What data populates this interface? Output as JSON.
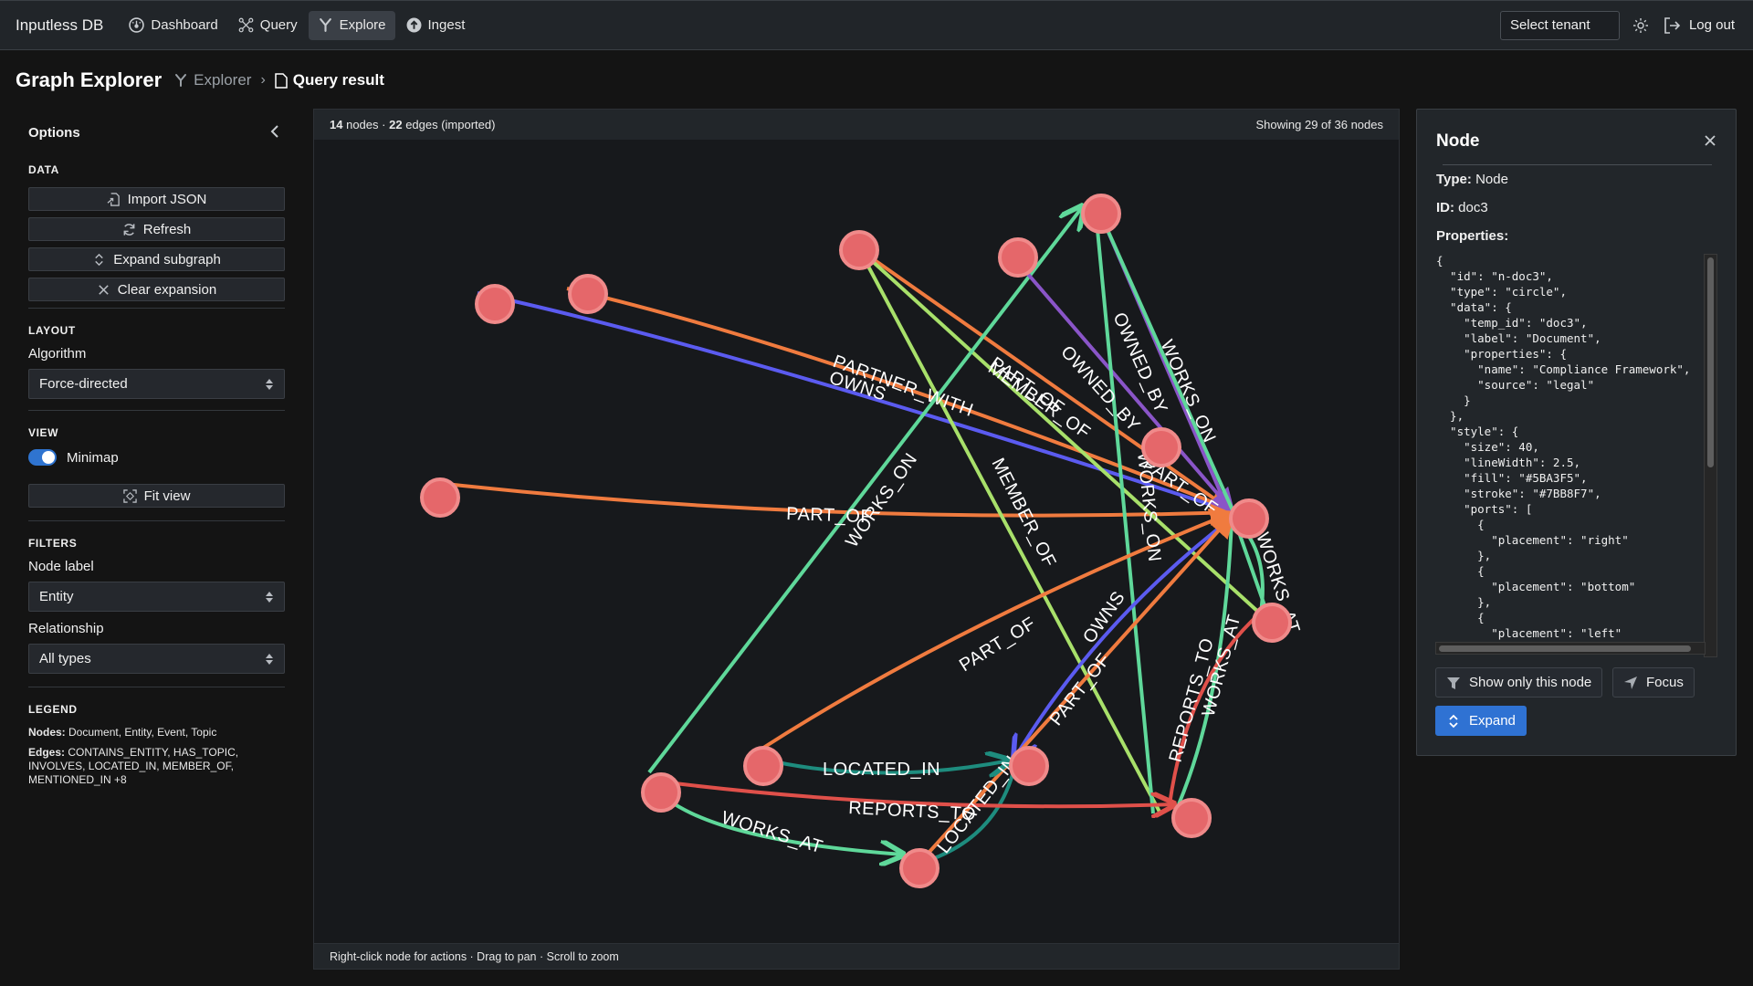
{
  "app": {
    "brand": "Inputless DB",
    "nav": [
      {
        "label": "Dashboard",
        "icon": "gauge-icon",
        "active": false
      },
      {
        "label": "Query",
        "icon": "graph-nodes-icon",
        "active": false
      },
      {
        "label": "Explore",
        "icon": "branch-icon",
        "active": true
      },
      {
        "label": "Ingest",
        "icon": "upload-circle-icon",
        "active": false
      }
    ],
    "tenant_select": "Select tenant",
    "logout_label": "Log out"
  },
  "page": {
    "title": "Graph Explorer",
    "breadcrumb": [
      {
        "label": "Explorer",
        "icon": "branch-icon"
      },
      {
        "label": "Query result",
        "icon": "file-icon"
      }
    ]
  },
  "sidebar": {
    "title": "Options",
    "data_section": "DATA",
    "buttons": {
      "import_json": "Import JSON",
      "refresh": "Refresh",
      "expand_subgraph": "Expand subgraph",
      "clear_expansion": "Clear expansion"
    },
    "layout_section": "LAYOUT",
    "algorithm_label": "Algorithm",
    "algorithm_value": "Force-directed",
    "view_section": "VIEW",
    "minimap_label": "Minimap",
    "minimap_on": true,
    "fit_view": "Fit view",
    "filters_section": "FILTERS",
    "node_label_label": "Node label",
    "node_label_value": "Entity",
    "relationship_label": "Relationship",
    "relationship_value": "All types",
    "legend_section": "LEGEND",
    "legend_nodes_key": "Nodes:",
    "legend_nodes": "Document, Entity, Event, Topic",
    "legend_edges_key": "Edges:",
    "legend_edges": "CONTAINS_ENTITY, HAS_TOPIC, INVOLVES, LOCATED_IN, MEMBER_OF, MENTIONED_IN +8"
  },
  "graph": {
    "node_count": "14",
    "nodes_word": "nodes ·",
    "edge_count": "22",
    "edges_word": "edges (imported)",
    "showing": "Showing 29 of 36 nodes",
    "footer_hint": "Right-click node for actions · Drag to pan · Scroll to zoom",
    "colors": {
      "node_fill": "#E5676A",
      "node_stroke": "#F08A8A",
      "part_of": "#F07B3F",
      "owns": "#5B5BF0",
      "works_on": "#5FD89A",
      "member_of": "#A8E06A",
      "owned_by": "#8A55C8",
      "located_in": "#1E8C7E",
      "reports_to": "#E0504A",
      "works_at": "#5FD89A"
    },
    "edge_labels": [
      "PARTNER_WITH",
      "OWNS",
      "PART_OF",
      "WORKS_ON",
      "MEMBER_OF",
      "PART_OF",
      "OWNED_BY",
      "OWNED_BY",
      "WORKS_ON",
      "WORKS_ON",
      "PART_OF",
      "MEMBER_OF",
      "WORKS_AT",
      "PART_OF",
      "OWNS",
      "PART_OF",
      "REPORTS_TO",
      "WORKS_AT",
      "LOCATED_IN",
      "REPORTS_TO",
      "WORKS_AT",
      "LOCATED_IN"
    ]
  },
  "panel": {
    "title": "Node",
    "type_key": "Type:",
    "type_value": "Node",
    "id_key": "ID:",
    "id_value": "doc3",
    "properties_key": "Properties:",
    "json": "{\n  \"id\": \"n-doc3\",\n  \"type\": \"circle\",\n  \"data\": {\n    \"temp_id\": \"doc3\",\n    \"label\": \"Document\",\n    \"properties\": {\n      \"name\": \"Compliance Framework\",\n      \"source\": \"legal\"\n    }\n  },\n  \"style\": {\n    \"size\": 40,\n    \"lineWidth\": 2.5,\n    \"fill\": \"#5BA3F5\",\n    \"stroke\": \"#7BB8F7\",\n    \"ports\": [\n      {\n        \"placement\": \"right\"\n      },\n      {\n        \"placement\": \"bottom\"\n      },\n      {\n        \"placement\": \"left\"",
    "show_only": "Show only this node",
    "focus": "Focus",
    "expand": "Expand"
  }
}
